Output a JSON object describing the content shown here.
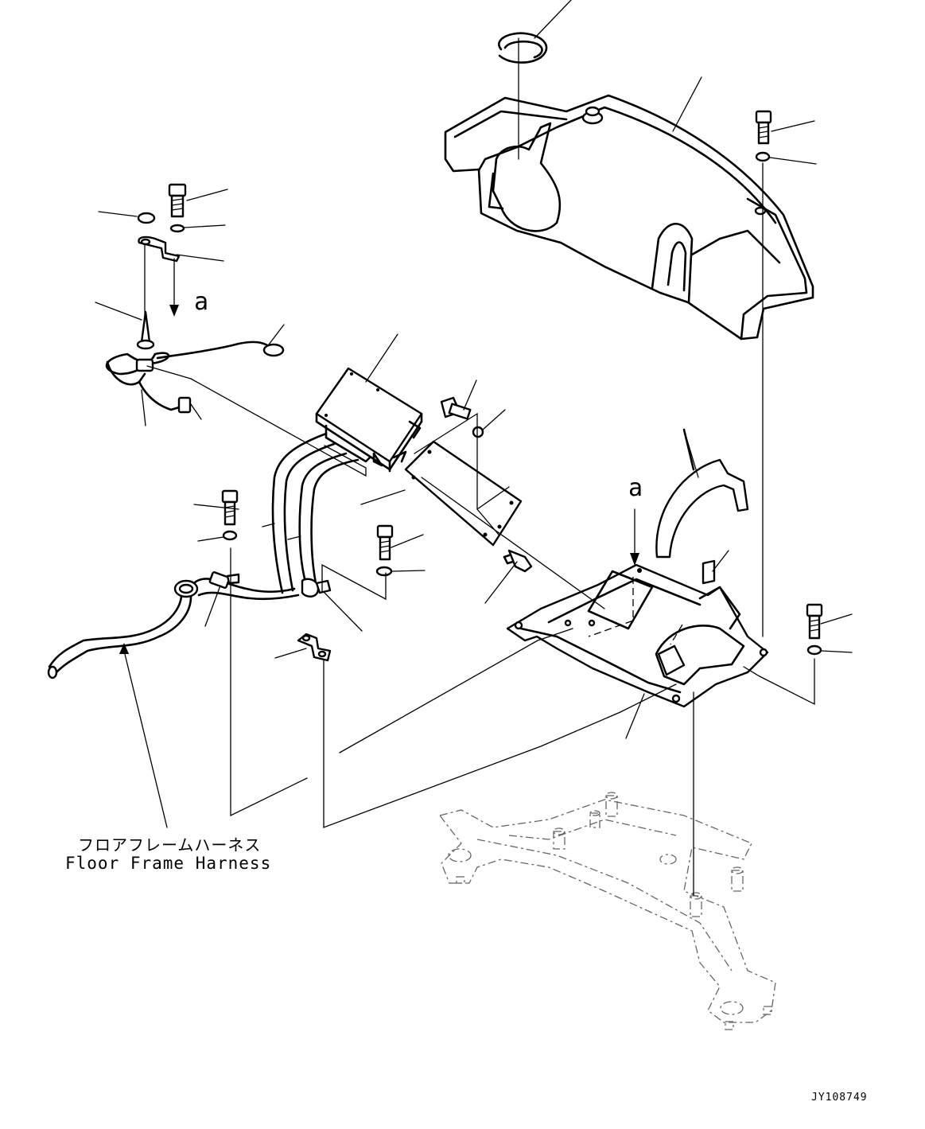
{
  "labels": {
    "view_a_top": "a",
    "view_a_bottom": "a",
    "harness_jp": "フロアフレームハーネス",
    "harness_en": "Floor Frame Harness",
    "drawing_number": "JY108749"
  }
}
